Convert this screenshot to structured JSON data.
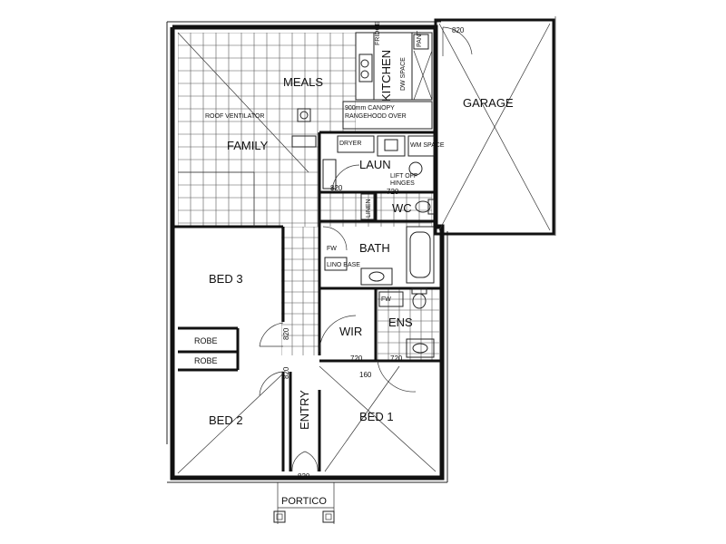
{
  "rooms": {
    "meals": "MEALS",
    "kitchen": "KITCHEN",
    "family": "FAMILY",
    "garage": "GARAGE",
    "laun": "LAUN",
    "wc": "WC",
    "bath": "BATH",
    "bed3": "BED 3",
    "robe_upper": "ROBE",
    "robe_lower": "ROBE",
    "wir": "WIR",
    "ens": "ENS",
    "bed2": "BED 2",
    "entry": "ENTRY",
    "bed1": "BED 1",
    "portico": "PORTICO"
  },
  "notes": {
    "roof_ventilator": "ROOF VENTILATOR",
    "canopy": "900mm CANOPY",
    "rangehood": "RANGEHOOD OVER",
    "dryer": "DRYER",
    "lift_off": "LIFT OFF",
    "hinges": "HINGES",
    "linen": "LINEN",
    "fridge": "FRIDGE",
    "pantry": "PANT",
    "dw": "DW SPACE",
    "wm": "WM SPACE",
    "fw": "FW",
    "lino_base": "LINO BASE",
    "fw2": "FW"
  },
  "dimensions": {
    "garage_door": "820",
    "laundry_door": "820",
    "wc_door": "720",
    "bed3_door": "820",
    "bed2_door": "820",
    "wir_door": "720",
    "ens_door": "720",
    "nib": "160",
    "front_door": "820"
  }
}
